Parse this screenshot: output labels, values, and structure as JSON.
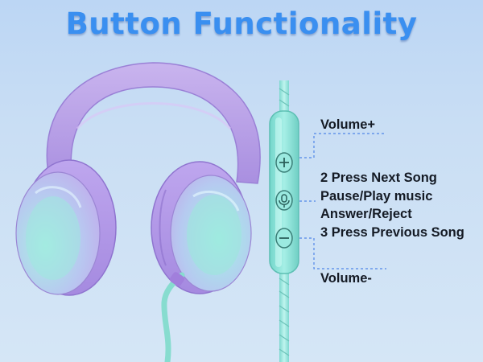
{
  "title": "Button Functionality",
  "icons": {
    "volume_up": "plus-icon",
    "play_pause": "microphone-icon",
    "volume_down": "minus-icon"
  },
  "labels": {
    "volume_up": "Volume+",
    "middle": [
      "2 Press Next Song",
      "Pause/Play music",
      "Answer/Reject",
      "3 Press Previous Song"
    ],
    "volume_down": "Volume-"
  },
  "colors": {
    "title": "#3a8ff0",
    "headphone_purple": "#b49ae6",
    "headphone_mint": "#9ae6dc",
    "controller": "#8fe3d8",
    "label_text": "#141a24",
    "leader_line": "#4f86e8"
  }
}
